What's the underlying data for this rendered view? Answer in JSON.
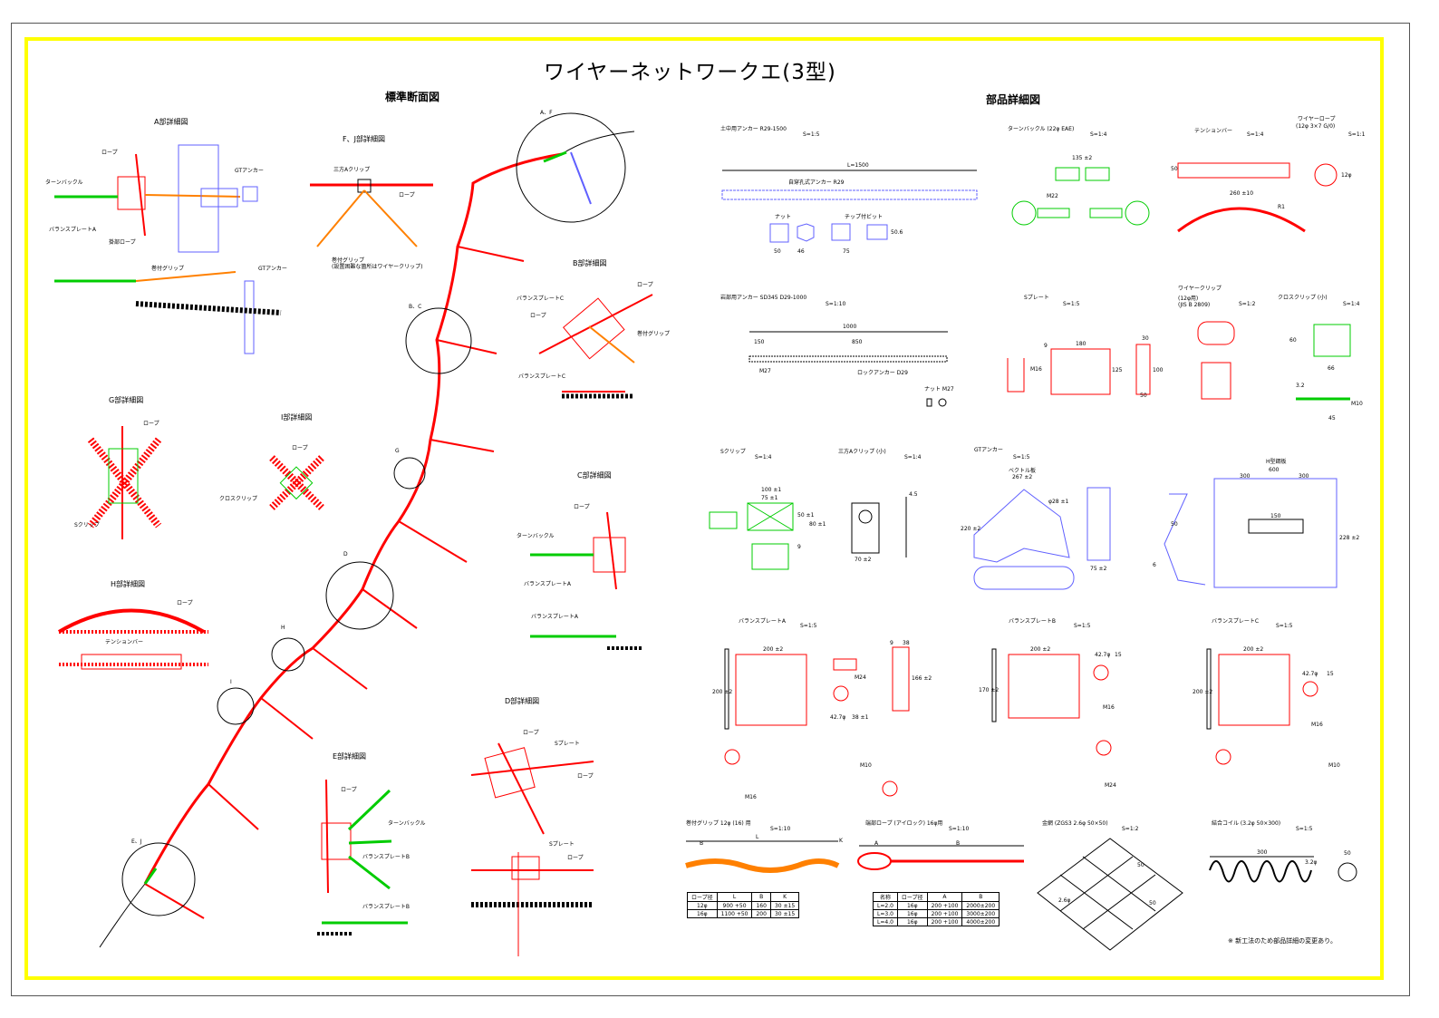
{
  "title": "ワイヤーネットワークエ(3型)",
  "sections": {
    "standard": "標準断面図",
    "parts": "部品詳細図"
  },
  "colors": {
    "frame": "#ffff00",
    "rope": "#ff0000",
    "anchor": "#0000ff",
    "grip": "#ff8000",
    "clip": "#00cc00",
    "ground": "#000000"
  },
  "standard_panel": {
    "detail_a": {
      "title": "A部詳細図",
      "labels": [
        "ロープ",
        "ターンバックル",
        "バランスプレートA",
        "GTアンカー",
        "掛部ロープ",
        "巻付グリップ",
        "GTアンカー"
      ]
    },
    "detail_fj": {
      "title": "F、J部詳細図",
      "labels": [
        "三方Aクリップ",
        "ロープ",
        "巻付グリップ",
        "(設置困難な箇所はワイヤークリップ)"
      ]
    },
    "detail_b": {
      "title": "B部詳細図",
      "labels": [
        "ロープ",
        "バランスプレートC",
        "ロープ",
        "巻付グリップ",
        "バランスプレートC"
      ]
    },
    "detail_g": {
      "title": "G部詳細図",
      "labels": [
        "ロープ",
        "Sクリップ"
      ]
    },
    "detail_i": {
      "title": "I部詳細図",
      "labels": [
        "ロープ",
        "クロスクリップ"
      ]
    },
    "detail_c": {
      "title": "C部詳細図",
      "labels": [
        "ロープ",
        "ターンバックル",
        "バランスプレートA",
        "バランスプレートA"
      ]
    },
    "detail_h": {
      "title": "H部詳細図",
      "labels": [
        "ロープ",
        "テンションバー"
      ]
    },
    "detail_d": {
      "title": "D部詳細図",
      "labels": [
        "ロープ",
        "Sプレート",
        "ロープ",
        "Sプレート",
        "ロープ"
      ]
    },
    "detail_e": {
      "title": "E部詳細図",
      "labels": [
        "ロープ",
        "ターンバックル",
        "バランスプレートB",
        "バランスプレートB"
      ]
    },
    "markers": [
      "A、F",
      "B、C",
      "G",
      "D",
      "H",
      "I",
      "E、J"
    ]
  },
  "parts_panel": {
    "anchor_soil": {
      "title": "土中用アンカー R29-1500",
      "scale": "S=1:5",
      "dim": "L=1500",
      "labels": [
        "自穿孔式アンカー R29",
        "ナット",
        "チップ付ビット"
      ],
      "dims": [
        "50",
        "46",
        "75",
        "50.6"
      ]
    },
    "turnbuckle": {
      "title": "ターンバックル (22φ EAE)",
      "scale": "S=1:4",
      "dims": [
        "135 ±2",
        "M22"
      ]
    },
    "tension_bar": {
      "title": "テンションバー",
      "scale": "S=1:4",
      "dims": [
        "50",
        "260 ±10",
        "R1"
      ]
    },
    "wire_rope": {
      "title": "ワイヤーロープ",
      "subtitle": "(12φ 3×7 G/0)",
      "scale": "S=1:1",
      "label": "12φ"
    },
    "anchor_rock": {
      "title": "岩部用アンカー SD345 D29-1000",
      "scale": "S=1:10",
      "dims": [
        "1000",
        "150",
        "850",
        "M27"
      ],
      "labels": [
        "ロックアンカー D29",
        "ナット M27"
      ]
    },
    "s_plate": {
      "title": "Sプレート",
      "scale": "S=1:5",
      "dims": [
        "180",
        "125",
        "100",
        "30",
        "50",
        "9",
        "M16"
      ]
    },
    "wire_clip": {
      "title": "ワイヤークリップ",
      "subtitle": "(12φ用)",
      "note": "(JIS B 2809)",
      "scale": "S=1:2"
    },
    "cross_clip": {
      "title": "クロスクリップ (小)",
      "scale": "S=1:4",
      "dims": [
        "60",
        "66",
        "3.2",
        "45",
        "M10"
      ]
    },
    "s_clip": {
      "title": "Sクリップ",
      "scale": "S=1:4",
      "dims": [
        "100 ±1",
        "75 ±1",
        "50 ±1",
        "80 ±1",
        "9"
      ]
    },
    "sanpo_clip": {
      "title": "三方Aクリップ (小)",
      "scale": "S=1:4",
      "dims": [
        "70 ±2",
        "4.5"
      ]
    },
    "gt_anchor": {
      "title": "GTアンカー",
      "scale": "S=1:5",
      "labels": [
        "ベクトル板"
      ],
      "dims": [
        "267 ±2",
        "220 ±2",
        "φ28 ±1",
        "75 ±2"
      ]
    },
    "h_plate": {
      "title": "H型鋼板",
      "dims": [
        "600",
        "300",
        "300",
        "150",
        "228 ±2",
        "50",
        "6"
      ]
    },
    "balance_a": {
      "title": "バランスプレートA",
      "scale": "S=1:5",
      "dims": [
        "200 ±2",
        "200 ±2",
        "9",
        "38",
        "166 ±2",
        "M24",
        "42.7φ",
        "38 ±1",
        "M16",
        "M10"
      ]
    },
    "balance_b": {
      "title": "バランスプレートB",
      "scale": "S=1:5",
      "dims": [
        "200 ±2",
        "170 ±2",
        "42.7φ",
        "15",
        "M16",
        "M24"
      ]
    },
    "balance_c": {
      "title": "バランスプレートC",
      "scale": "S=1:5",
      "dims": [
        "200 ±2",
        "200 ±2",
        "42.7φ",
        "15",
        "M16",
        "M10"
      ]
    },
    "grip": {
      "title": "巻付グリップ 12φ (16) 用",
      "scale": "S=1:10",
      "dims": [
        "B",
        "L",
        "K"
      ]
    },
    "end_rope": {
      "title": "端部ロープ (アイロック) 16φ用",
      "scale": "S=1:10",
      "dims": [
        "A",
        "B"
      ]
    },
    "net": {
      "title": "金網 (ZGS3 2.6φ 50×50)",
      "scale": "S=1:2",
      "dims": [
        "50",
        "50",
        "2.6φ"
      ]
    },
    "coil": {
      "title": "結合コイル (3.2φ 50×300)",
      "scale": "S=1:5",
      "dims": [
        "300",
        "3.2φ",
        "50"
      ]
    }
  },
  "grip_table": {
    "headers": [
      "ロープ径",
      "L",
      "B",
      "K"
    ],
    "rows": [
      [
        "12φ",
        "900 +50",
        "160",
        "30 ±15"
      ],
      [
        "16φ",
        "1100 +50",
        "200",
        "30 ±15"
      ]
    ]
  },
  "rope_table": {
    "headers": [
      "名称",
      "ロープ径",
      "A",
      "B"
    ],
    "rows": [
      [
        "L=2.0",
        "16φ",
        "200 +100",
        "2000±200"
      ],
      [
        "L=3.0",
        "16φ",
        "200 +100",
        "3000±200"
      ],
      [
        "L=4.0",
        "16φ",
        "200 +100",
        "4000±200"
      ]
    ]
  },
  "footnote": "※ 新工法のため部品詳細の変更あり。"
}
